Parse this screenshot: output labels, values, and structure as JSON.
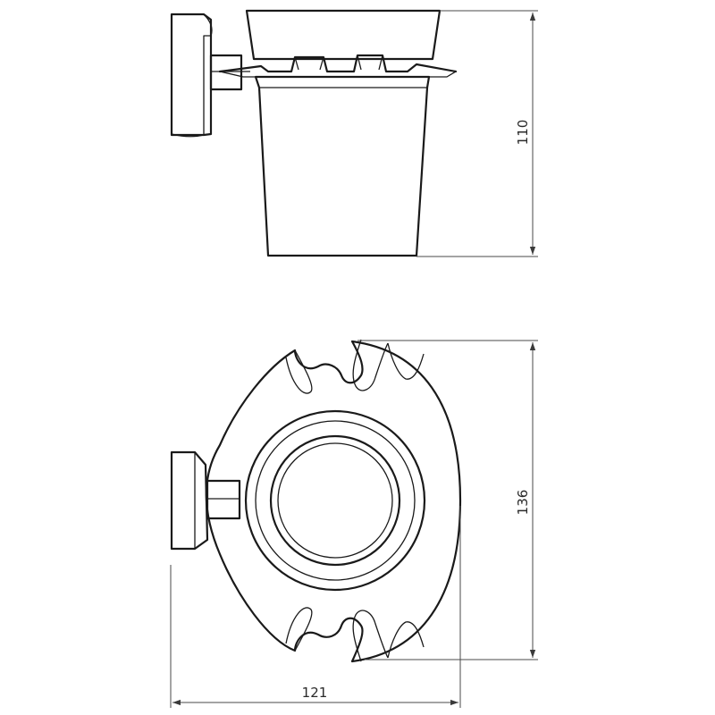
{
  "dimensions": {
    "height": "110",
    "depth": "136",
    "width": "121"
  }
}
